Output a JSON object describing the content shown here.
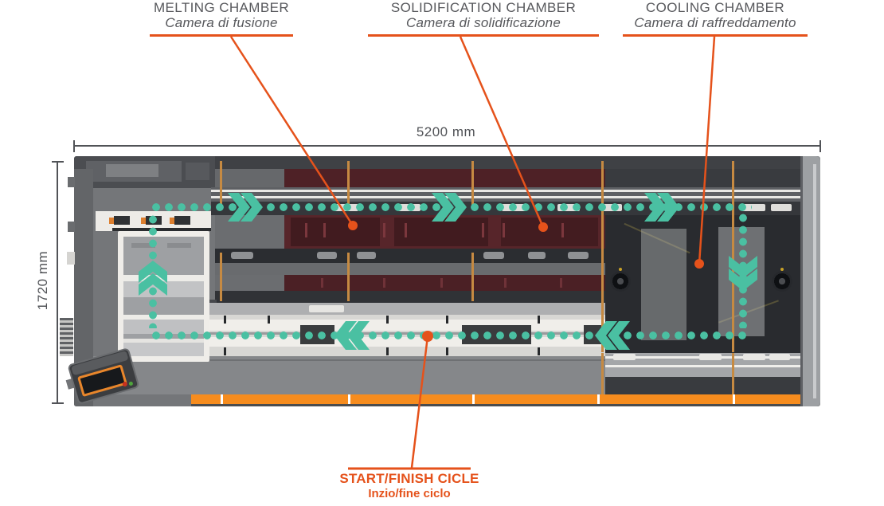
{
  "callouts": {
    "melting": {
      "title": "MELTING CHAMBER",
      "subtitle": "Camera di fusione"
    },
    "solidification": {
      "title": "SOLIDIFICATION CHAMBER",
      "subtitle": "Camera di solidificazione"
    },
    "cooling": {
      "title": "COOLING CHAMBER",
      "subtitle": "Camera di raffreddamento"
    },
    "start_finish": {
      "title": "START/FINISH CICLE",
      "subtitle": "Inzio/fine ciclo"
    }
  },
  "dimensions": {
    "width": "5200 mm",
    "height": "1720 mm"
  },
  "colors": {
    "annotation_orange": "#E5521B",
    "machine_strip_orange": "#F68C1E",
    "flow_teal": "#4AC0A2",
    "label_grey": "#57585C",
    "chamber_red": "#57252A",
    "machine_grey": "#8A8C8F"
  }
}
